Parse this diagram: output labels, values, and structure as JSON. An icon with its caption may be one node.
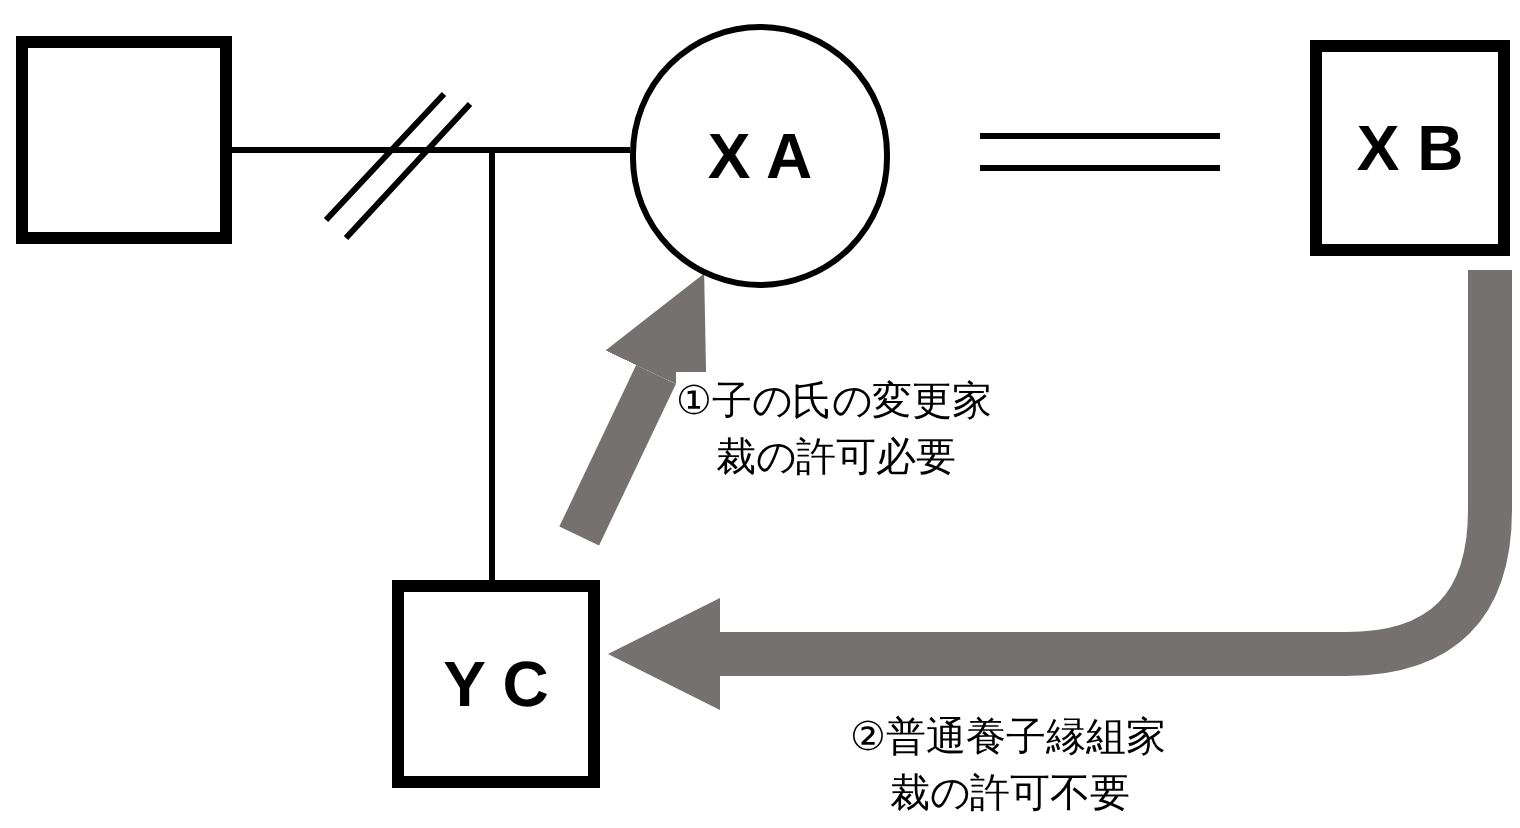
{
  "diagram": {
    "nodes": [
      {
        "text": [],
        "shape": "box"
      },
      {
        "text": [
          "X A"
        ]
      },
      {
        "text": [
          "X B"
        ]
      },
      {
        "text": [
          "Y C"
        ]
      }
    ],
    "edges": [
      {
        "from": 0,
        "to": 1,
        "arrow": "none"
      },
      {
        "from": null,
        "to": 3,
        "arrow": "none"
      },
      {
        "from": 1,
        "to": 2,
        "arrow": "none"
      },
      {
        "from": 3,
        "to": 1,
        "arrow": "to",
        "style": "thick",
        "color": "#767171",
        "label": "①子の氏の変更家裁の許可必要"
      },
      {
        "from": 2,
        "to": 3,
        "arrow": "to",
        "style": "thick",
        "color": "#767171",
        "label": "②普通養子縁組家裁の許可不要"
      }
    ]
  }
}
